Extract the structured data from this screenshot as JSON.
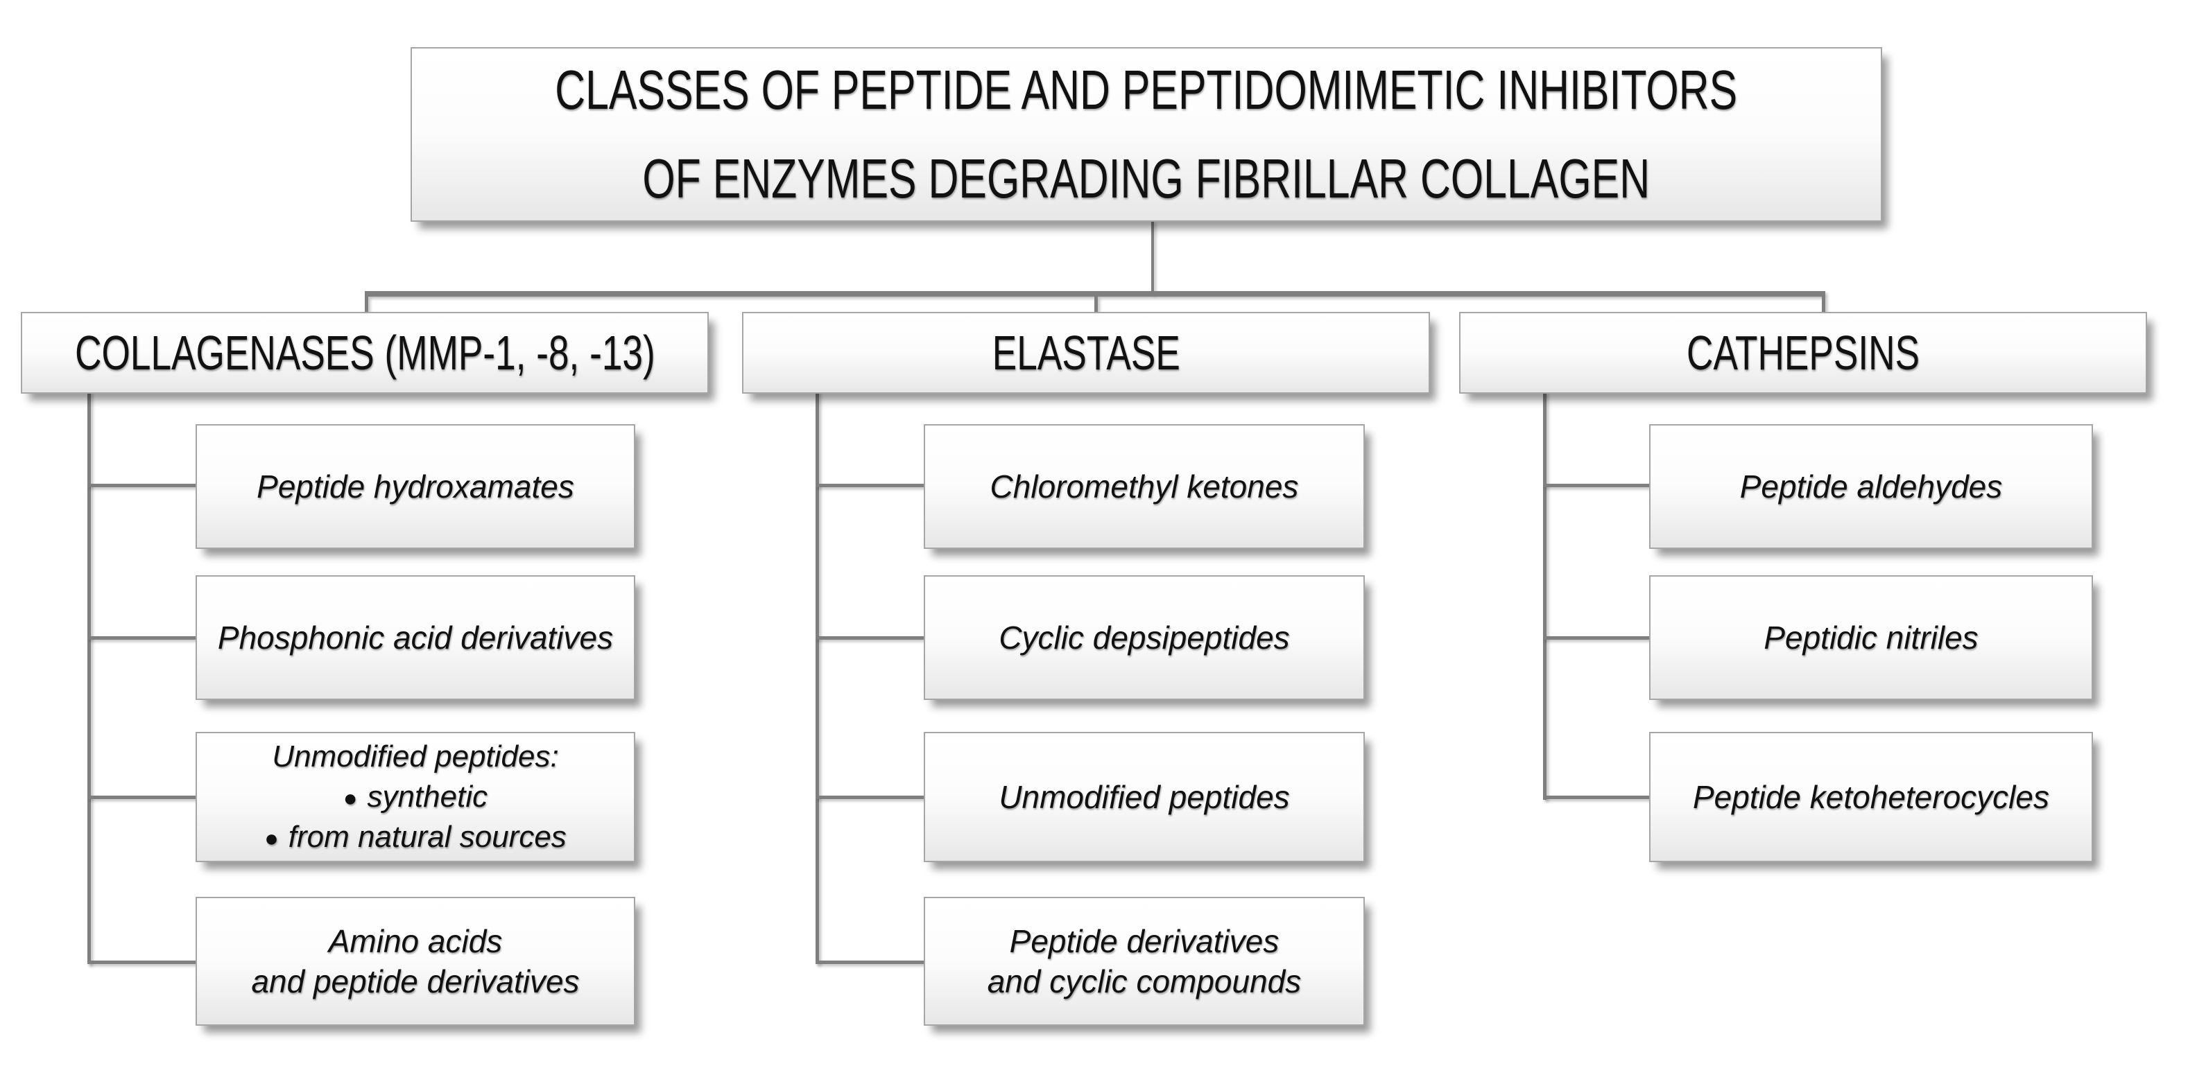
{
  "diagram": {
    "title": {
      "lines": [
        "CLASSES OF PEPTIDE AND PEPTIDOMIMETIC INHIBITORS",
        "OF ENZYMES DEGRADING FIBRILLAR COLLAGEN"
      ]
    },
    "columns": [
      {
        "header": "COLLAGENASES (MMP-1, -8, -13)",
        "items": [
          {
            "lines": [
              "Peptide hydroxamates"
            ]
          },
          {
            "lines": [
              "Phosphonic acid derivatives"
            ]
          },
          {
            "heading": "Unmodified peptides:",
            "bullet_char": "●",
            "bullets": [
              "synthetic",
              "from natural sources"
            ]
          },
          {
            "lines": [
              "Amino acids",
              "and peptide derivatives"
            ]
          }
        ]
      },
      {
        "header": "ELASTASE",
        "items": [
          {
            "lines": [
              "Chloromethyl ketones"
            ]
          },
          {
            "lines": [
              "Cyclic depsipeptides"
            ]
          },
          {
            "lines": [
              "Unmodified peptides"
            ]
          },
          {
            "lines": [
              "Peptide derivatives",
              "and cyclic compounds"
            ]
          }
        ]
      },
      {
        "header": "CATHEPSINS",
        "items": [
          {
            "lines": [
              "Peptide aldehydes"
            ]
          },
          {
            "lines": [
              "Peptidic nitriles"
            ]
          },
          {
            "lines": [
              "Peptide ketoheterocycles"
            ]
          }
        ]
      }
    ],
    "colors": {
      "line": "#7f7f7f",
      "box_border": "#a6a6a6",
      "grad_top": "#ffffff",
      "grad_bottom": "#e7e7e7",
      "text": "#111111"
    }
  }
}
